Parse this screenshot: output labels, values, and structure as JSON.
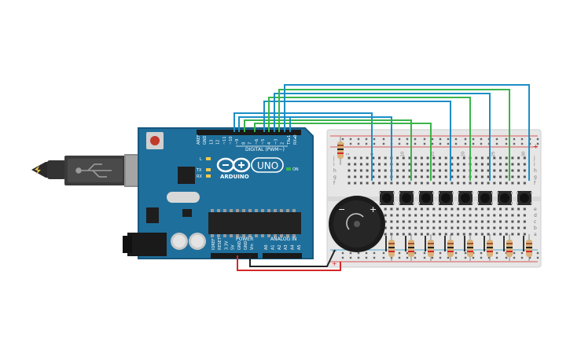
{
  "arduino": {
    "brand": "ARDUINO",
    "model": "UNO",
    "digital_header": "DIGITAL (PWM~)",
    "power_header": "POWER",
    "analog_header": "ANALOG IN",
    "on_label": "ON",
    "led_l": "L",
    "led_tx": "TX",
    "led_rx": "RX",
    "digital_pins": [
      "AREF",
      "GND",
      "13",
      "12",
      "~11",
      "~10",
      "~9",
      "8",
      "7",
      "~6",
      "~5",
      "4",
      "~3",
      "2",
      "TX▸1",
      "RX◂0"
    ],
    "power_pins": [
      "IOREF",
      "RESET",
      "3.3V",
      "5V",
      "GND",
      "GND",
      "Vin"
    ],
    "analog_pins": [
      "A0",
      "A1",
      "A2",
      "A3",
      "A4",
      "A5"
    ]
  },
  "breadboard": {
    "row_letters_top": [
      "j",
      "i",
      "h",
      "g",
      "f"
    ],
    "row_letters_bottom": [
      "e",
      "d",
      "c",
      "b",
      "a"
    ],
    "column_numbers": [
      "1",
      "5",
      "10",
      "15",
      "20",
      "25",
      "30"
    ],
    "rail_plus": "+",
    "rail_minus": "−"
  },
  "buzzer": {
    "minus_label": "−",
    "plus_label": "+"
  },
  "colors": {
    "board": "#1f6f9c",
    "board_dark": "#17577c",
    "wire_blue": "#1d8fc6",
    "wire_green": "#3ab54a",
    "wire_red": "#d62828",
    "wire_black": "#222222",
    "breadboard": "#e6e6e6",
    "resistor": "#d9b27c"
  }
}
